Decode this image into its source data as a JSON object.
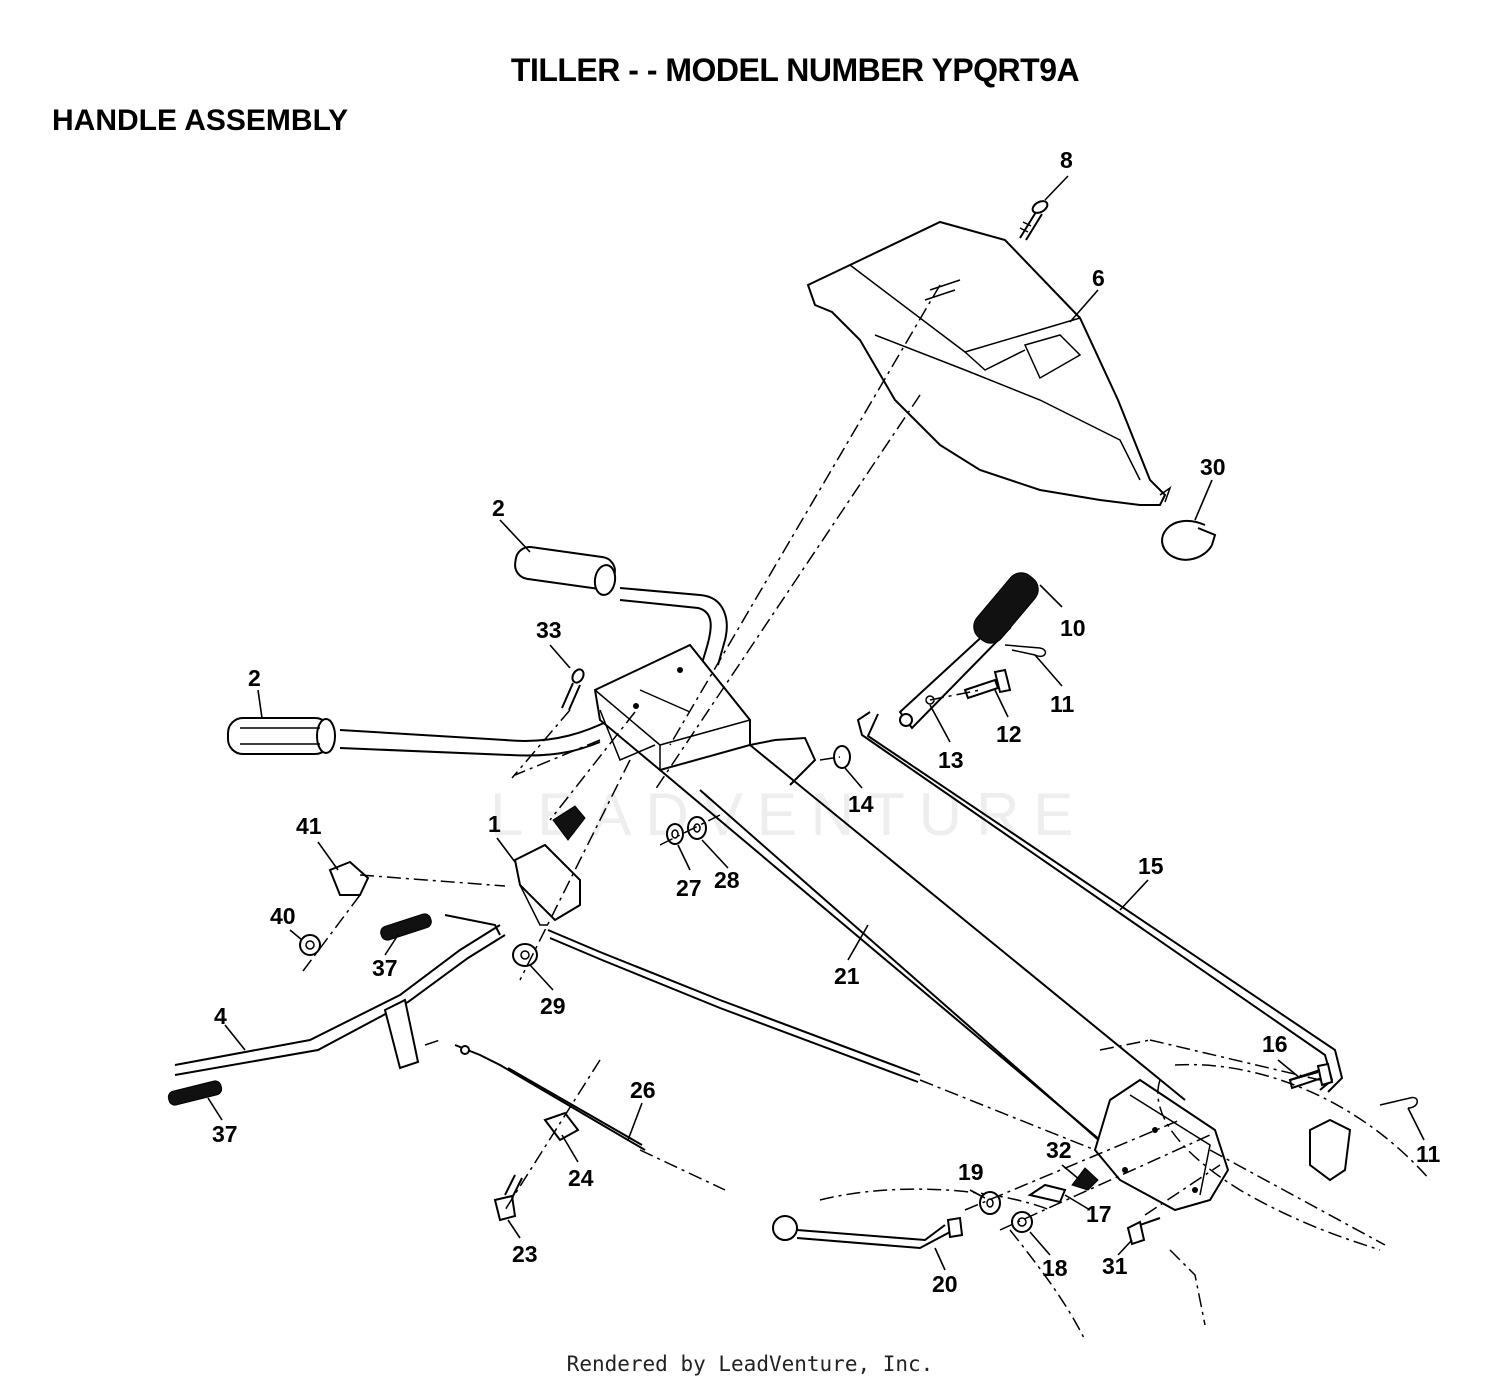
{
  "title": "TILLER - - MODEL NUMBER YPQRT9A",
  "subtitle": "HANDLE   ASSEMBLY",
  "footer": "Rendered by LeadVenture, Inc.",
  "watermark": "LEADVENTURE",
  "callouts": [
    {
      "id": "p8",
      "label": "8"
    },
    {
      "id": "p6",
      "label": "6"
    },
    {
      "id": "p30",
      "label": "30"
    },
    {
      "id": "p2a",
      "label": "2"
    },
    {
      "id": "p2b",
      "label": "2"
    },
    {
      "id": "p33",
      "label": "33"
    },
    {
      "id": "p10",
      "label": "10"
    },
    {
      "id": "p11a",
      "label": "11"
    },
    {
      "id": "p12",
      "label": "12"
    },
    {
      "id": "p13",
      "label": "13"
    },
    {
      "id": "p14",
      "label": "14"
    },
    {
      "id": "p41",
      "label": "41"
    },
    {
      "id": "p1",
      "label": "1"
    },
    {
      "id": "p27",
      "label": "27"
    },
    {
      "id": "p28",
      "label": "28"
    },
    {
      "id": "p15",
      "label": "15"
    },
    {
      "id": "p40",
      "label": "40"
    },
    {
      "id": "p37a",
      "label": "37"
    },
    {
      "id": "p21",
      "label": "21"
    },
    {
      "id": "p29",
      "label": "29"
    },
    {
      "id": "p4",
      "label": "4"
    },
    {
      "id": "p26",
      "label": "26"
    },
    {
      "id": "p16",
      "label": "16"
    },
    {
      "id": "p37b",
      "label": "37"
    },
    {
      "id": "p24",
      "label": "24"
    },
    {
      "id": "p32",
      "label": "32"
    },
    {
      "id": "p11b",
      "label": "11"
    },
    {
      "id": "p19",
      "label": "19"
    },
    {
      "id": "p17",
      "label": "17"
    },
    {
      "id": "p23",
      "label": "23"
    },
    {
      "id": "p20",
      "label": "20"
    },
    {
      "id": "p18",
      "label": "18"
    },
    {
      "id": "p31",
      "label": "31"
    }
  ]
}
